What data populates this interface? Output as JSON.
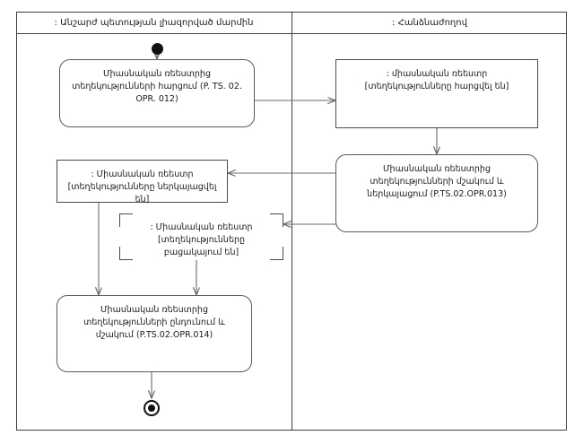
{
  "diagram": {
    "type": "uml-activity-diagram",
    "title": "",
    "lanes": [
      {
        "id": "lane-left",
        "label": ": Անշարժ պետության լիազորված մարմին"
      },
      {
        "id": "lane-right",
        "label": ": Հանձնաժողով"
      }
    ],
    "nodes": [
      {
        "id": "initial-node",
        "kind": "initial",
        "lane": "lane-left",
        "label": ""
      },
      {
        "id": "activity-request",
        "kind": "activity",
        "lane": "lane-left",
        "label": "Միասնական ռեեստրից տեղեկությունների հարցում (P. TS. 02. OPR. 012)"
      },
      {
        "id": "object-registry-requested",
        "kind": "object",
        "lane": "lane-right",
        "label": ": միասնական ռեեստր [տեղեկությունները հարցվել են]"
      },
      {
        "id": "activity-process-submit",
        "kind": "activity",
        "lane": "lane-right",
        "label": "Միասնական ռեեստրից տեղեկությունների մշակում և ներկայացում (P.TS.02.OPR.013)"
      },
      {
        "id": "object-registry-submitted",
        "kind": "object",
        "lane": "lane-left",
        "label": ": Միասնական ռեեստր [տեղեկությունները ներկայացվել են]"
      },
      {
        "id": "object-registry-absent",
        "kind": "object",
        "lane": "lane-left",
        "label": ": Միասնական ռեեստր [տեղեկությունները բացակայում են]"
      },
      {
        "id": "activity-receive-process",
        "kind": "activity",
        "lane": "lane-left",
        "label": "Միասնական ռեեստրից տեղեկությունների ընդունում և մշակում (P.TS.02.OPR.014)"
      },
      {
        "id": "final-node",
        "kind": "final",
        "lane": "lane-left",
        "label": ""
      }
    ],
    "edges": [
      {
        "from": "initial-node",
        "to": "activity-request"
      },
      {
        "from": "activity-request",
        "to": "object-registry-requested"
      },
      {
        "from": "object-registry-requested",
        "to": "activity-process-submit"
      },
      {
        "from": "activity-process-submit",
        "to": "object-registry-submitted"
      },
      {
        "from": "activity-process-submit",
        "to": "object-registry-absent"
      },
      {
        "from": "object-registry-submitted",
        "to": "activity-receive-process"
      },
      {
        "from": "object-registry-absent",
        "to": "activity-receive-process"
      },
      {
        "from": "activity-receive-process",
        "to": "final-node"
      }
    ],
    "colors": {
      "frame": "#3f3f3f",
      "node_border": "#5a5a5a",
      "edge": "#6b6b6b",
      "text": "#1a1a1a",
      "background": "#ffffff"
    }
  }
}
